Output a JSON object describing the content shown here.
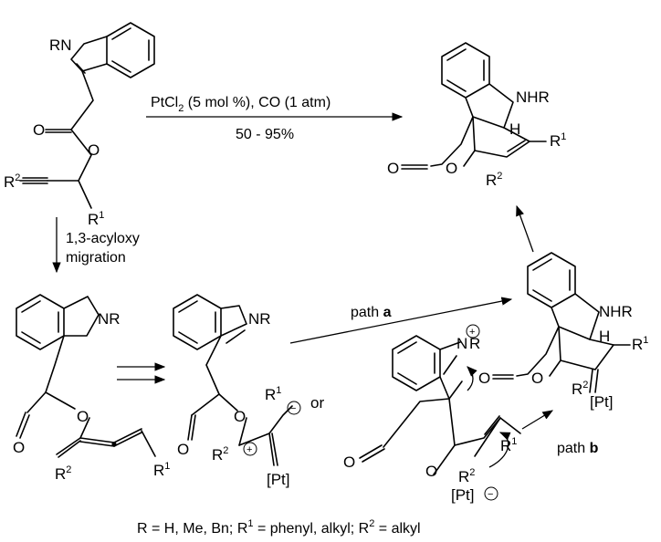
{
  "reaction": {
    "conditions_top": [
      "PtCl",
      "2",
      " (5 mol %), CO (1 atm)"
    ],
    "yield": "50 - 95%",
    "migration_line1": "1,3-acyloxy",
    "migration_line2": "migration",
    "path_a": [
      "path ",
      "a"
    ],
    "path_b": [
      "path ",
      "b"
    ],
    "or_label": "or"
  },
  "atoms": {
    "RN": "RN",
    "NR": "NR",
    "NHR": "NHR",
    "H": "H",
    "O": "O",
    "N": "N",
    "R": "R",
    "R1": [
      "R",
      "1"
    ],
    "R2": [
      "R",
      "2"
    ],
    "Pt": "[Pt]",
    "plus": "+",
    "minus": "−"
  },
  "footnote": [
    "R = H, Me, Bn;  R",
    "1",
    " = phenyl, alkyl;  R",
    "2",
    " = alkyl"
  ]
}
